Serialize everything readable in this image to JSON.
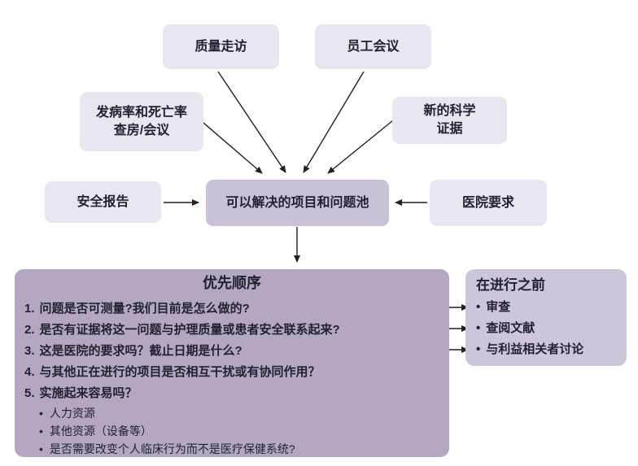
{
  "diagram": {
    "sources": {
      "quality_rounds": {
        "label": "质量走访"
      },
      "staff_meetings": {
        "label": "员工会议"
      },
      "morbidity_mortality": {
        "line1": "发病率和死亡率",
        "line2": "查房/会议"
      },
      "new_scientific_evidence": {
        "line1": "新的科学",
        "line2": "证据"
      },
      "safety_reports": {
        "label": "安全报告"
      },
      "hospital_requirements": {
        "label": "医院要求"
      }
    },
    "pool": {
      "label": "可以解决的项目和问题池"
    },
    "priority": {
      "title": "优先顺序",
      "items": [
        {
          "num": "1.",
          "text": "问题是否可测量?我们目前是怎么做的?"
        },
        {
          "num": "2.",
          "text": "是否有证据将这一问题与护理质量或患者安全联系起来?"
        },
        {
          "num": "3.",
          "text": "这是医院的要求吗？截止日期是什么?"
        },
        {
          "num": "4.",
          "text": "与其他正在进行的项目是否相互干扰或有协同作用？"
        },
        {
          "num": "5.",
          "text": "实施起来容易吗？"
        }
      ],
      "sub_items": [
        {
          "text": "人力资源"
        },
        {
          "text": "其他资源（设备等）"
        },
        {
          "text": "是否需要改变个人临床行为而不是医疗保健系统?"
        }
      ]
    },
    "before_proceeding": {
      "title": "在进行之前",
      "items": [
        {
          "text": "审查"
        },
        {
          "text": "查阅文献"
        },
        {
          "text": "与利益相关者讨论"
        }
      ]
    },
    "glyphs": {
      "bullet": "•"
    },
    "colors": {
      "box_light": "#eae6ef",
      "box_pool": "#cbc1d7",
      "box_priority": "#b3a7c1",
      "box_before": "#cdc5d8",
      "text": "#231f33",
      "arrow": "#231f20"
    }
  }
}
